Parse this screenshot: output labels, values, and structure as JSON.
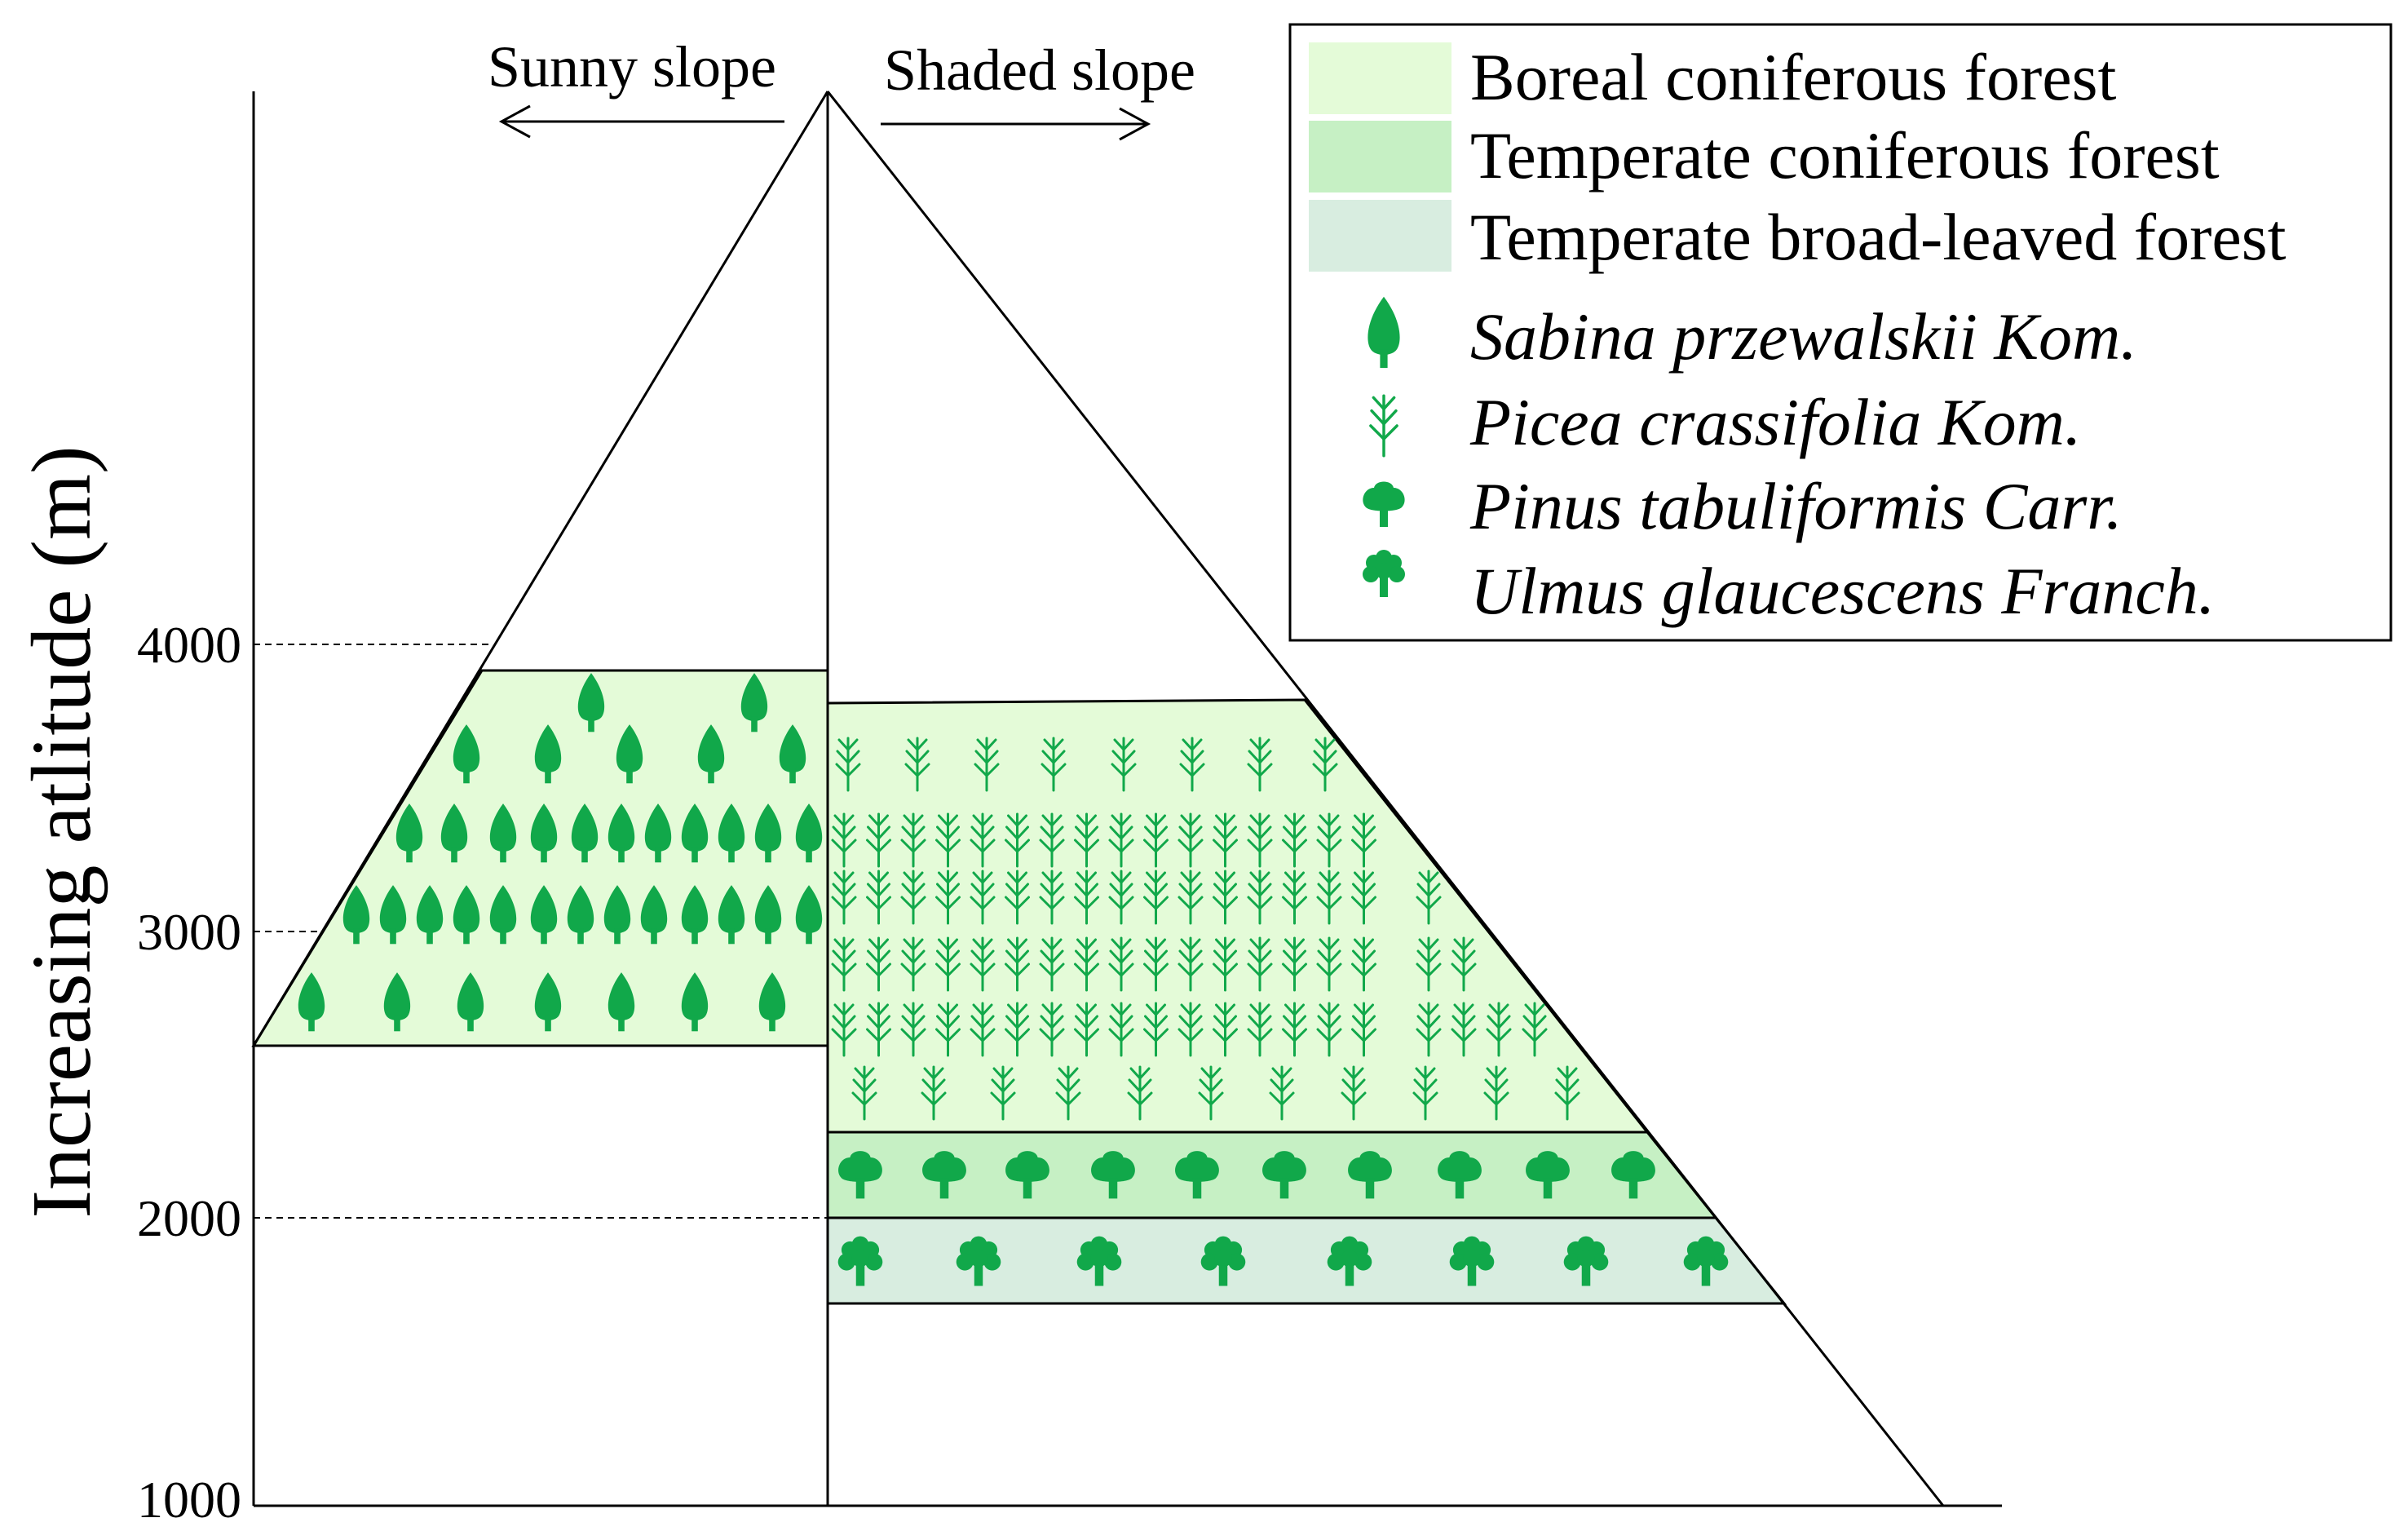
{
  "axis": {
    "title": "Increasing atlitude (m)",
    "ticks": [
      "1000",
      "2000",
      "3000",
      "4000"
    ]
  },
  "slopes": {
    "sunny": "Sunny slope",
    "shaded": "Shaded slope"
  },
  "legend": {
    "zones": [
      {
        "label": "Boreal coniferous forest",
        "color": "#e4fbd8"
      },
      {
        "label": "Temperate coniferous forest",
        "color": "#c6f0c4"
      },
      {
        "label": "Temperate broad-leaved forest",
        "color": "#d8ede0"
      }
    ],
    "species": [
      {
        "label": "Sabina przewalskii Kom.",
        "icon": "sabina-tree-icon"
      },
      {
        "label": "Picea crassifolia Kom.",
        "icon": "picea-tree-icon"
      },
      {
        "label": "Pinus tabuliformis Carr.",
        "icon": "pinus-tree-icon"
      },
      {
        "label": "Ulmus glaucescens Franch.",
        "icon": "ulmus-tree-icon"
      }
    ]
  },
  "colors": {
    "tree": "#11a84a",
    "outline": "#000000"
  }
}
